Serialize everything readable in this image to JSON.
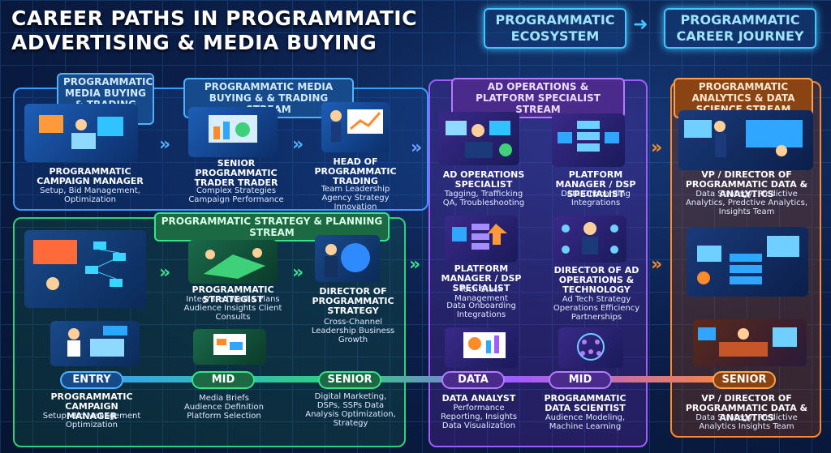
{
  "title": "CAREER PATHS IN PROGRAMMATIC ADVERTISING & MEDIA BUYING",
  "header_boxes": {
    "ecosystem": "PROGRAMMATIC ECOSYSTEM",
    "journey": "PROGRAMMATIC CAREER JOURNEY"
  },
  "streams": {
    "buying_left": "PROGRAMMATIC MEDIA BUYING & TRADING STREAM",
    "buying_mid": "PROGRAMMATIC MEDIA BUYING & & TRADING STREAM",
    "strategy": "PROGRAMMATIC STRATEGY & PLANNING STREAM",
    "adops": "AD OPERATIONS & PLATFORM SPECIALIST STREAM",
    "analytics": "PROGRAMMATIC ANALYTICS & DATA SCIENCE STREAM"
  },
  "blue_roles": [
    {
      "role": "PROGRAMMATIC CAMPAIGN MANAGER",
      "desc": "Setup, Bid Management, Optimization"
    },
    {
      "role": "SENIOR PROGRAMMATIC TRADER TRADER",
      "desc": "Complex Strategies Campaign Performance"
    },
    {
      "role": "HEAD OF PROGRAMMATIC TRADING",
      "desc": "Team Leadership Agency Strategy Innovation"
    }
  ],
  "green_roles": [
    {
      "role": "PROGRAMMATIC STRATEGIST",
      "desc": "Integrated Media Plans Audience Insights Client Consults"
    },
    {
      "role": "DIRECTOR OF PROGRAMMATIC STRATEGY",
      "desc": "Cross-Channel Leadership Business Growth"
    }
  ],
  "purple_roles": [
    {
      "role": "AD OPERATIONS SPECIALIST",
      "desc": "Tagging, Trafficking QA, Troubleshooting"
    },
    {
      "role": "PLATFORM MANAGER / DSP SPECIALIST",
      "desc": "Data Onboarding Integrations"
    },
    {
      "role": "PLATFORM MANAGER / DSP SPECIALIST",
      "desc": "Tech Stack Management"
    },
    {
      "role": "DIRECTOR OF AD OPERATIONS & TECHNOLOGY",
      "desc": "Ad Tech Strategy Operations Efficiency Partnerships"
    },
    {
      "role": "",
      "desc": "Data Onboarding Integrations"
    }
  ],
  "orange_role": {
    "role": "VP / DIRECTOR OF PROGRAMMATIC DATA & ANALYTICS",
    "desc": "Data Strategy, Predictive Analytics, Predctive Analytics, Insights Team"
  },
  "stages": [
    "ENTRY",
    "MID",
    "SENIOR",
    "DATA",
    "MID",
    "SENIOR"
  ],
  "bottom": [
    {
      "role": "PROGRAMMATIC CAMPAIGN MANAGER",
      "desc": "Setup, Bid Management Optimization"
    },
    {
      "role": "",
      "desc": "Media Briefs Audience Definition Platform Selection"
    },
    {
      "role": "",
      "desc": "Digital Marketing, DSPs, SSPs Data Analysis Optimization, Strategy"
    },
    {
      "role": "DATA ANALYST",
      "desc": "Performance Reporting, Insights Data Visualization"
    },
    {
      "role": "PROGRAMMATIC DATA SCIENTIST",
      "desc": "Audience Modeling, Machine Learning"
    },
    {
      "role": "VP / DIRECTOR OF PROGRAMMATIC DATA & ANALYTICS",
      "desc": "Data Strategy, Predictive Analytics Insights Team"
    }
  ],
  "colors": {
    "blue": "#3a9cff",
    "green": "#2fd17a",
    "purple": "#a05cff",
    "orange": "#ff8a2a"
  },
  "icons": [
    "person-at-laptop-icon",
    "dashboard-icon",
    "presenter-icon",
    "server-stack-icon",
    "robot-icon",
    "network-icon"
  ]
}
